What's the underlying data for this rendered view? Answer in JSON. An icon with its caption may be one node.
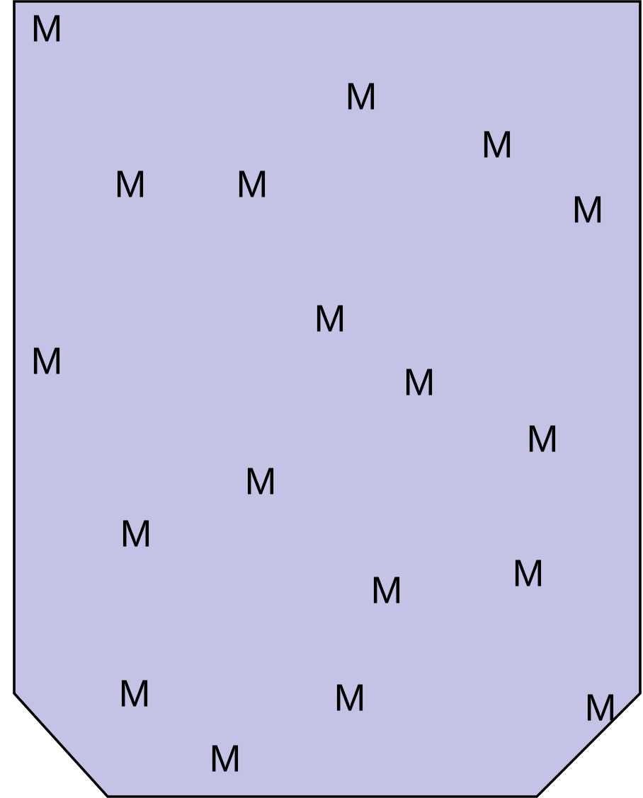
{
  "diagram": {
    "nodes": [
      {
        "text": [
          "M",
          "M",
          "M",
          "M",
          "M",
          "M",
          "M",
          "M",
          "M",
          "M",
          "M",
          "M",
          "M",
          "M",
          "M",
          "M",
          "M",
          "M"
        ]
      }
    ]
  }
}
